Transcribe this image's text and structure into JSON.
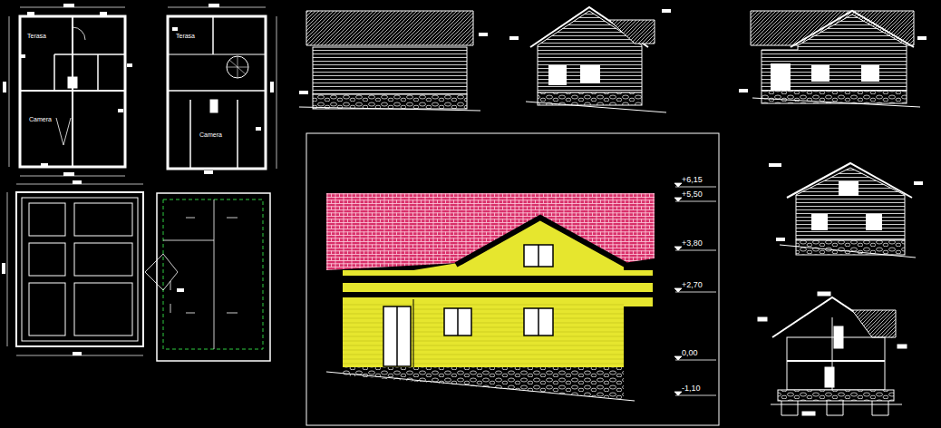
{
  "diagram": {
    "labels": [
      "+6,15",
      "+5,50",
      "+3,80",
      "+2,70",
      "0,00",
      "-1,10",
      "Terasa",
      "Terasa",
      "Camera",
      "Camera"
    ]
  }
}
